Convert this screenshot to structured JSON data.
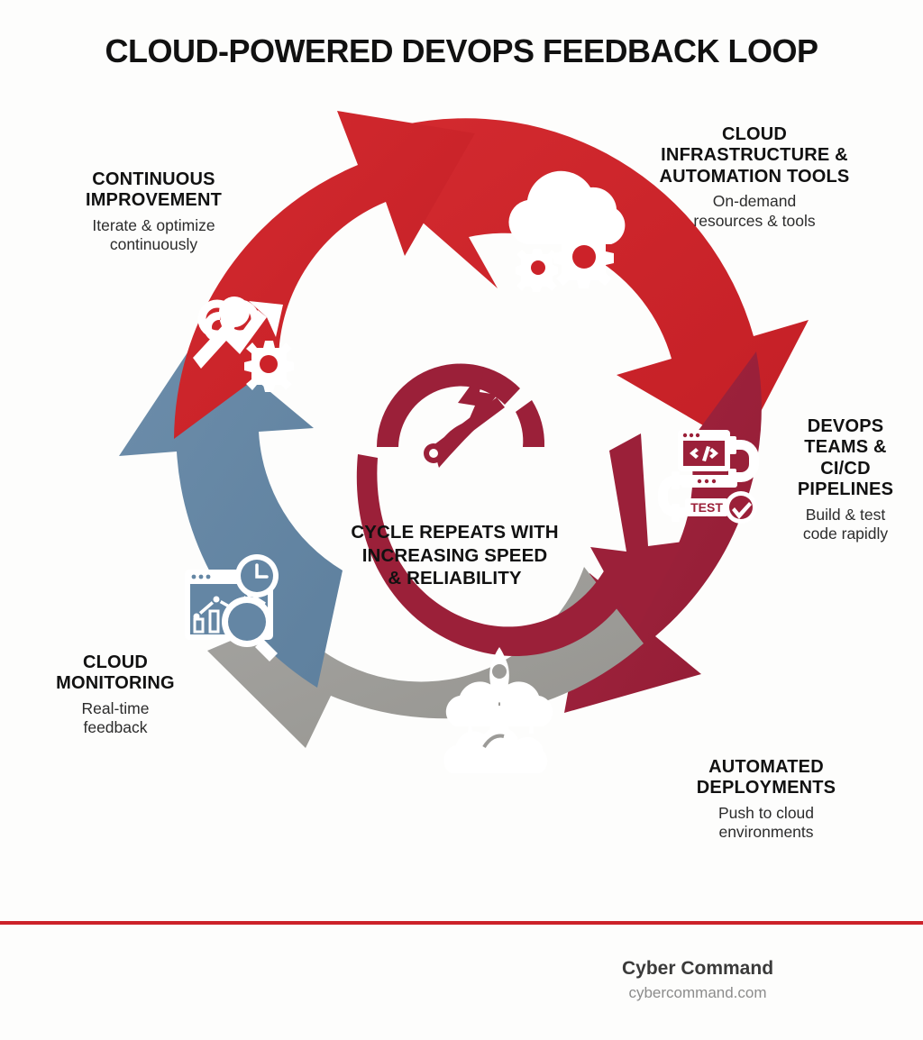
{
  "title": "CLOUD-POWERED DEVOPS FEEDBACK LOOP",
  "center": {
    "caption_line1": "CYCLE REPEATS WITH",
    "caption_line2": "INCREASING SPEED",
    "caption_line3": "& RELIABILITY",
    "icon": "speedometer-lightning-arrow-icon"
  },
  "stages": [
    {
      "id": "cloud-infrastructure",
      "heading_line1": "CLOUD",
      "heading_line2": "INFRASTRUCTURE &",
      "heading_line3": "AUTOMATION TOOLS",
      "sub_line1": "On-demand",
      "sub_line2": "resources & tools",
      "icon": "cloud-gears-icon",
      "color": "#CC2229"
    },
    {
      "id": "devops-cicd",
      "heading_line1": "DEVOPS",
      "heading_line2": "TEAMS &",
      "heading_line3": "CI/CD",
      "heading_line4": "PIPELINES",
      "sub_line1": "Build & test",
      "sub_line2": "code rapidly",
      "icon": "code-pipeline-test-check-icon",
      "icon_label": "TEST",
      "color": "#9B2039"
    },
    {
      "id": "automated-deployments",
      "heading_line1": "AUTOMATED",
      "heading_line2": "DEPLOYMENTS",
      "sub_line1": "Push to cloud",
      "sub_line2": "environments",
      "icon": "rocket-launch-cloud-icon",
      "color": "#9C9B98"
    },
    {
      "id": "cloud-monitoring",
      "heading_line1": "CLOUD",
      "heading_line2": "MONITORING",
      "sub_line1": "Real-time",
      "sub_line2": "feedback",
      "icon": "dashboard-chart-clock-magnifier-icon",
      "color": "#6486A4"
    },
    {
      "id": "continuous-improvement",
      "heading_line1": "CONTINUOUS",
      "heading_line2": "IMPROVEMENT",
      "sub_line1": "Iterate & optimize",
      "sub_line2": "continuously",
      "icon": "infinity-growth-arrow-gear-icon",
      "color": "#CC2229"
    }
  ],
  "footer": {
    "brand": "Cyber Command",
    "url": "cybercommand.com",
    "rule_color": "#CC2229"
  },
  "palette": {
    "background": "#FDFDFC",
    "red": "#CC2229",
    "dark_red": "#9B2039",
    "gray": "#9C9B98",
    "blue": "#6486A4",
    "center_logo": "#9B2039",
    "text": "#111111"
  }
}
